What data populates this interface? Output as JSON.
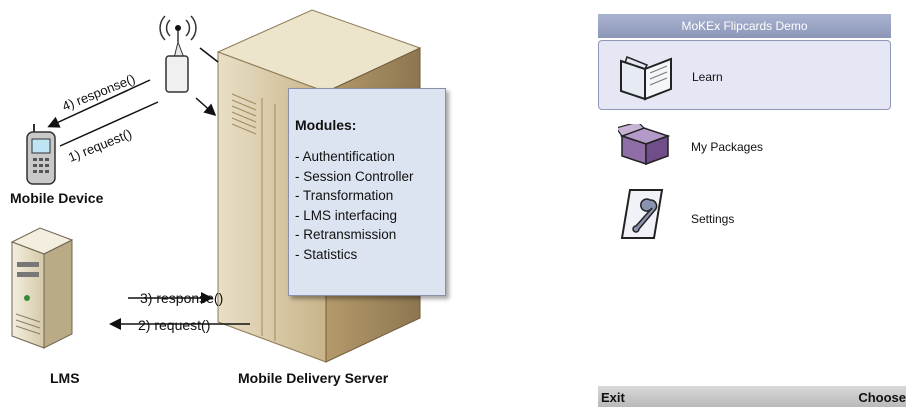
{
  "diagram": {
    "labels": {
      "response4": "4) response()",
      "request1": "1) request()",
      "mobile_device": "Mobile Device",
      "response3": "3) response()",
      "request2": "2) request()",
      "lms": "LMS",
      "server": "Mobile Delivery Server"
    },
    "modules": {
      "title": "Modules:",
      "items": [
        "Authentification",
        "Session Controller",
        "Transformation",
        "LMS interfacing",
        "Retransmission",
        "Statistics"
      ]
    },
    "colors": {
      "server": "#d9c9a6",
      "modules_box": "#dde4f1"
    }
  },
  "phone": {
    "title": "MoKEx Flipcards Demo",
    "menu": [
      {
        "label": "Learn",
        "icon": "book-icon",
        "selected": true
      },
      {
        "label": "My Packages",
        "icon": "package-box-icon",
        "selected": false
      },
      {
        "label": "Settings",
        "icon": "wrench-icon",
        "selected": false
      }
    ],
    "softkeys": {
      "left": "Exit",
      "right": "Choose"
    },
    "colors": {
      "title_bar": "#9aa3c4",
      "selection": "#e5e8f4",
      "softkey_bar": "#c8c8c8"
    }
  }
}
